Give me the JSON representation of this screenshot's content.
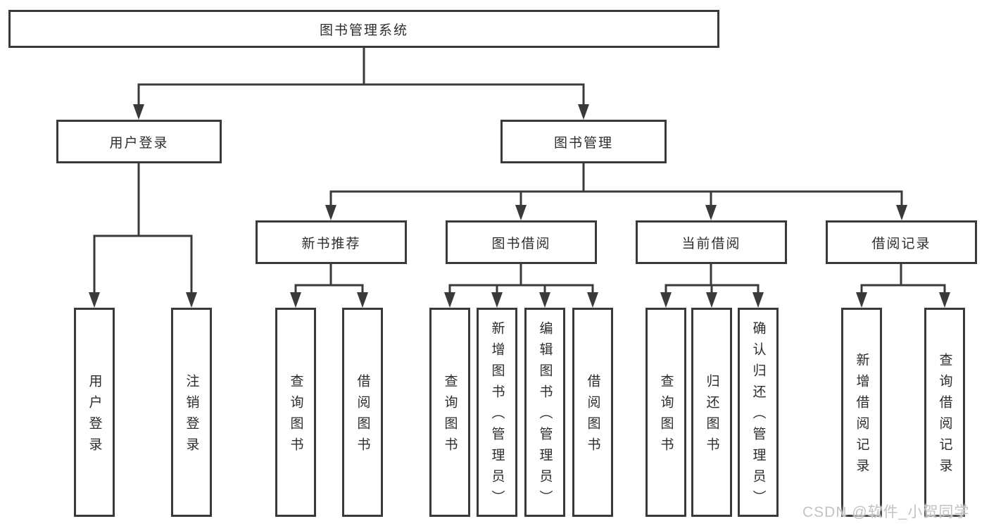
{
  "diagram": {
    "root": {
      "label": "图书管理系统"
    },
    "level2": [
      {
        "label": "用户登录"
      },
      {
        "label": "图书管理"
      }
    ],
    "level3": [
      {
        "label": "新书推荐"
      },
      {
        "label": "图书借阅"
      },
      {
        "label": "当前借阅"
      },
      {
        "label": "借阅记录"
      }
    ],
    "leaves": {
      "user_login": [
        {
          "label": "用户登录"
        },
        {
          "label": "注销登录"
        }
      ],
      "new_book": [
        {
          "label": "查询图书"
        },
        {
          "label": "借阅图书"
        }
      ],
      "borrow": [
        {
          "label": "查询图书"
        },
        {
          "label": "新增图书（管理员）"
        },
        {
          "label": "编辑图书（管理员）"
        },
        {
          "label": "借阅图书"
        }
      ],
      "current": [
        {
          "label": "查询图书"
        },
        {
          "label": "归还图书"
        },
        {
          "label": "确认归还（管理员）"
        }
      ],
      "records": [
        {
          "label": "新增借阅记录"
        },
        {
          "label": "查询借阅记录"
        }
      ]
    }
  },
  "watermark": {
    "text": "CSDN @软件_小贺同学"
  },
  "colors": {
    "line": "#3a3a3a",
    "text": "#2d2d2d",
    "watermark": "#c3c3c3",
    "background": "#ffffff"
  }
}
